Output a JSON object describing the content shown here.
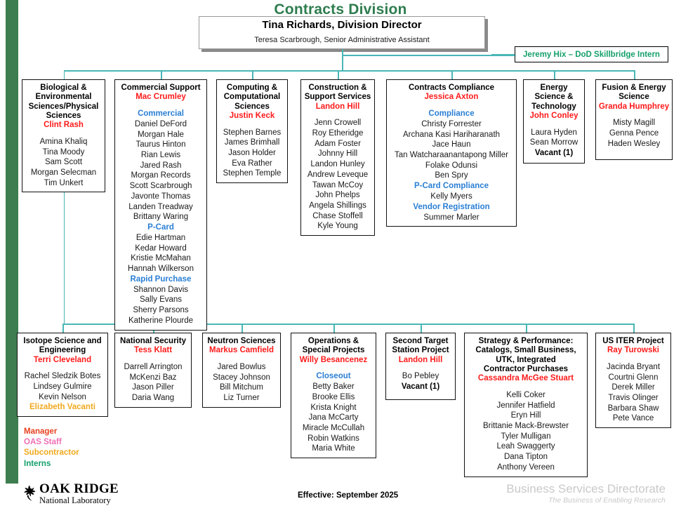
{
  "page": {
    "title": "Contracts Division",
    "title_color": "#2e7d4f"
  },
  "director": {
    "name": "Tina Richards, Division Director",
    "assistant": "Teresa Scarbrough, Senior Administrative Assistant"
  },
  "intern_box": {
    "label": "Jeremy Hix – DoD Skillbridge Intern",
    "color": "#14a06a"
  },
  "row1": [
    {
      "title": [
        "Biological &",
        "Environmental",
        "Sciences/Physical",
        "Sciences"
      ],
      "manager": "Clint Rash",
      "groups": [
        {
          "heading": null,
          "people": [
            "Amina Khaliq",
            "Tina Moody",
            "Sam Scott",
            "Morgan Selecman",
            "Tim Unkert"
          ]
        }
      ]
    },
    {
      "title": [
        "Commercial Support"
      ],
      "manager": "Mac Crumley",
      "groups": [
        {
          "heading": "Commercial",
          "people": [
            "Daniel DeFord",
            "Morgan Hale",
            "Taurus Hinton",
            "Rian Lewis",
            "Jared Rash",
            "Morgan Records",
            "Scott Scarbrough",
            "Javonte Thomas",
            "Landen Treadway",
            "Brittany Waring"
          ]
        },
        {
          "heading": "P-Card",
          "people": [
            "Edie Hartman",
            "Kedar Howard",
            "Kristie McMahan",
            "Hannah Wilkerson"
          ]
        },
        {
          "heading": "Rapid Purchase",
          "people": [
            "Shannon Davis",
            "Sally Evans",
            "Sherry Parsons",
            "Katherine Plourde"
          ]
        }
      ]
    },
    {
      "title": [
        "Computing &",
        "Computational",
        "Sciences"
      ],
      "manager": "Justin Keck",
      "groups": [
        {
          "heading": null,
          "people": [
            "Stephen Barnes",
            "James Brimhall",
            "Jason Holder",
            "Eva Rather",
            "Stephen Temple"
          ]
        }
      ]
    },
    {
      "title": [
        "Construction &",
        "Support Services"
      ],
      "manager": "Landon Hill",
      "groups": [
        {
          "heading": null,
          "people": [
            "Jenn Crowell",
            "Roy Etheridge",
            "Adam Foster",
            "Johnny Hill",
            "Landon Hunley",
            "Andrew Leveque",
            "Tawan McCoy",
            "John Phelps",
            "Angela Shillings",
            "Chase Stoffell",
            "Kyle Young"
          ]
        }
      ]
    },
    {
      "title": [
        "Contracts Compliance"
      ],
      "manager": "Jessica Axton",
      "groups": [
        {
          "heading": "Compliance",
          "people": [
            "Christy Forrester",
            "Archana Kasi Hariharanath",
            "Jace Haun",
            "Tan Watcharaanantapong Miller",
            "Folake Odunsi",
            "Ben Spry"
          ]
        },
        {
          "heading": "P-Card Compliance",
          "people": [
            "Kelly Myers"
          ]
        },
        {
          "heading": "Vendor Registration",
          "people": [
            "Summer Marler"
          ]
        }
      ]
    },
    {
      "title": [
        "Energy",
        "Science &",
        "Technology"
      ],
      "manager": "John Conley",
      "groups": [
        {
          "heading": null,
          "people": [
            "Laura Hyden",
            "Sean Morrow",
            "Vacant (1)"
          ]
        }
      ]
    },
    {
      "title": [
        "Fusion & Energy",
        "Science"
      ],
      "manager": "Granda Humphrey",
      "groups": [
        {
          "heading": null,
          "people": [
            "Misty Magill",
            "Genna Pence",
            "Haden Wesley"
          ]
        }
      ]
    }
  ],
  "row2": [
    {
      "title": [
        "Isotope Science and",
        "Engineering"
      ],
      "manager": "Terri Cleveland",
      "groups": [
        {
          "heading": null,
          "people": [
            "Rachel Sledzik Botes",
            "Lindsey Gulmire",
            "Kevin Nelson",
            "Elizabeth Vacanti"
          ]
        }
      ]
    },
    {
      "title": [
        "National Security"
      ],
      "manager": "Tess Klatt",
      "groups": [
        {
          "heading": null,
          "people": [
            "Darrell Arrington",
            "McKenzi Baz",
            "Jason Piller",
            "Daria Wang"
          ]
        }
      ]
    },
    {
      "title": [
        "Neutron Sciences"
      ],
      "manager": "Markus Camfield",
      "groups": [
        {
          "heading": null,
          "people": [
            "Jared Bowlus",
            "Stacey Johnson",
            "Bill Mitchum",
            "Liz Turner"
          ]
        }
      ]
    },
    {
      "title": [
        "Operations &",
        "Special Projects"
      ],
      "manager": "Willy Besancenez",
      "groups": [
        {
          "heading": "Closeout",
          "people": [
            "Betty Baker",
            "Brooke Ellis",
            "Krista Knight",
            "Jana  McCarty",
            "Miracle McCullah",
            "Robin Watkins",
            "Maria White"
          ]
        }
      ]
    },
    {
      "title": [
        "Second Target",
        "Station Project"
      ],
      "manager": "Landon Hill",
      "groups": [
        {
          "heading": null,
          "people": [
            "Bo Pebley",
            "Vacant (1)"
          ]
        }
      ]
    },
    {
      "title": [
        "Strategy & Performance:",
        "Catalogs, Small Business,",
        "UTK, Integrated",
        "Contractor Purchases"
      ],
      "manager": "Cassandra McGee Stuart",
      "groups": [
        {
          "heading": null,
          "people": [
            "Kelli Coker",
            "Jennifer Hatfield",
            "Eryn Hill",
            "Brittanie Mack-Brewster",
            "Tyler Mulligan",
            "Leah Swaggerty",
            "Dana Tipton",
            "Anthony Vereen"
          ]
        }
      ]
    },
    {
      "title": [
        "US ITER Project"
      ],
      "manager": "Ray Turowski",
      "groups": [
        {
          "heading": null,
          "people": [
            "Jacinda Bryant",
            "Courtni Glenn",
            "Derek Miller",
            "Travis Olinger",
            "Barbara Shaw",
            "Pete Vance"
          ]
        }
      ]
    }
  ],
  "legend": {
    "manager": "Manager",
    "oas": "OAS Staff",
    "subcontractor": "Subcontractor",
    "interns": "Interns",
    "colors": {
      "manager": "#e8401f",
      "oas": "#f06eb4",
      "subcontractor": "#f0a91e",
      "interns": "#14a06a"
    }
  },
  "footer": {
    "logo_line1": "OAK RIDGE",
    "logo_line2": "National Laboratory",
    "effective": "Effective:   September 2025",
    "directorate": "Business Services Directorate",
    "tagline": "The Business of Enabling Research"
  },
  "special_people": {
    "subcontractor": [
      "Elizabeth Vacanti"
    ],
    "vacant": [
      "Vacant (1)"
    ]
  }
}
